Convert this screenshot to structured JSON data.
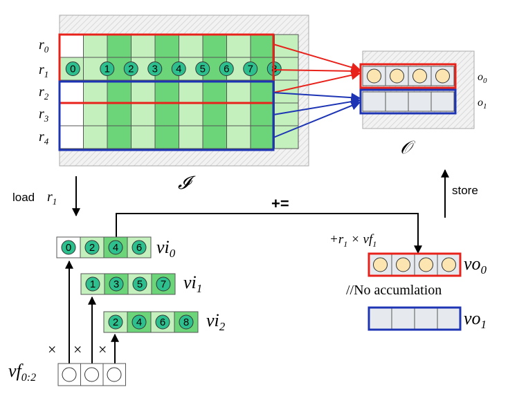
{
  "colors": {
    "light_green": "#c3f0bd",
    "dark_green": "#6cd57a",
    "red": "#e8221b",
    "blue": "#1d35b4",
    "circle_teal": "#2dbf8e",
    "circle_yellow": "#fce5b0",
    "output_gray": "#e6eaee",
    "hatch_bg": "#eeeeee"
  },
  "input": {
    "label": "𝓘",
    "row_labels": [
      {
        "base": "r",
        "sub": "0"
      },
      {
        "base": "r",
        "sub": "1"
      },
      {
        "base": "r",
        "sub": "2"
      },
      {
        "base": "r",
        "sub": "3"
      },
      {
        "base": "r",
        "sub": "4"
      }
    ],
    "row1_numbers": [
      "0",
      "1",
      "2",
      "3",
      "4",
      "5",
      "6",
      "7",
      "8"
    ]
  },
  "output": {
    "label": "𝒪",
    "row_labels": [
      {
        "base": "o",
        "sub": "0"
      },
      {
        "base": "o",
        "sub": "1"
      }
    ]
  },
  "annotations": {
    "load": "load",
    "load_var": {
      "base": "r",
      "sub": "1"
    },
    "store": "store",
    "accumulate": "+=",
    "multiply_prefix": "+r",
    "multiply_sub": "1",
    "multiply_rest": " × vf",
    "multiply_sub2": "1",
    "no_accumulation": "//No accumlation",
    "times": "×"
  },
  "vectors": {
    "vi": [
      {
        "name": {
          "base": "vi",
          "sub": "0"
        },
        "numbers": [
          "0",
          "2",
          "4",
          "6"
        ]
      },
      {
        "name": {
          "base": "vi",
          "sub": "1"
        },
        "numbers": [
          "1",
          "3",
          "5",
          "7"
        ]
      },
      {
        "name": {
          "base": "vi",
          "sub": "2"
        },
        "numbers": [
          "2",
          "4",
          "6",
          "8"
        ]
      }
    ],
    "vo": [
      {
        "name": {
          "base": "vo",
          "sub": "0"
        }
      },
      {
        "name": {
          "base": "vo",
          "sub": "1"
        }
      }
    ],
    "vf": {
      "base": "vf",
      "sub": "0:2"
    }
  }
}
